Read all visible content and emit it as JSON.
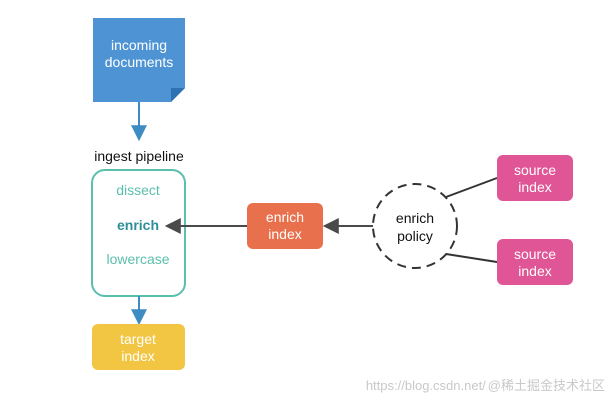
{
  "diagram": {
    "incoming": [
      "incoming",
      "documents"
    ],
    "pipeline_title": "ingest pipeline",
    "steps": {
      "dissect": "dissect",
      "enrich": "enrich",
      "lowercase": "lowercase"
    },
    "target": [
      "target",
      "index"
    ],
    "enrich_index": [
      "enrich",
      "index"
    ],
    "enrich_policy": [
      "enrich",
      "policy"
    ],
    "source_top": [
      "source",
      "index"
    ],
    "source_bottom": [
      "source",
      "index"
    ]
  },
  "colors": {
    "incoming": "#4e94d4",
    "incoming_fold": "#2f72b2",
    "pipeline_border": "#5bbfae",
    "step_text": "#5bbfae",
    "step_active": "#2f8f98",
    "target": "#f2c542",
    "enrich_index": "#e8704c",
    "source": "#e05595",
    "arrow_blue": "#3d8cc4",
    "arrow_dark": "#4a4a4a",
    "policy_stroke": "#333333"
  },
  "watermark": {
    "url": "https://blog.csdn.net/",
    "brand": "@稀土掘金技术社区"
  }
}
